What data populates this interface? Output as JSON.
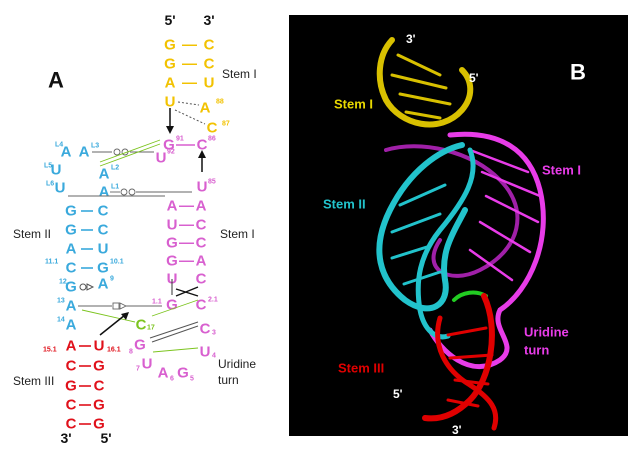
{
  "colors": {
    "stem_i_top": "#f2c200",
    "stem_i_pink": "#d85fcf",
    "stem_ii": "#39a9dc",
    "stem_iii": "#e0101a",
    "bulge": "#7cc41f",
    "model_background": "#000000",
    "model_yellow": "#d8c000",
    "model_magenta": "#e83ce8",
    "model_cyan": "#22c3cc",
    "model_red": "#e00000",
    "model_green": "#22cc22"
  },
  "panel_a": {
    "label": "A",
    "ends": {
      "left_5": "5'",
      "left_3": "3'",
      "bottom_3": "3'",
      "bottom_5": "5'"
    },
    "labels": {
      "stem_i_top": "Stem I",
      "stem_ii": "Stem II",
      "stem_i_mid": "Stem I",
      "stem_iii": "Stem III",
      "uridine_line1": "Uridine",
      "uridine_line2": "turn"
    },
    "yellow": [
      "G",
      "C",
      "G",
      "C",
      "A",
      "U",
      "U",
      "A",
      "C"
    ],
    "yellow_nums": [
      "88",
      "87"
    ],
    "pink": [
      "G",
      "C",
      "U",
      "U",
      "A",
      "A",
      "U",
      "C",
      "G",
      "C",
      "G",
      "A",
      "U",
      "C",
      "G",
      "C",
      "C",
      "U",
      "G",
      "U",
      "A",
      "G"
    ],
    "pink_nums": [
      "91",
      "86",
      "92",
      "85",
      "1.1",
      "2.1",
      "8",
      "3",
      "4",
      "7",
      "6",
      "5"
    ],
    "blue": [
      "A",
      "A",
      "A",
      "U",
      "A",
      "U",
      "G",
      "C",
      "G",
      "C",
      "A",
      "U",
      "C",
      "G",
      "G",
      "A",
      "A",
      "A"
    ],
    "blue_nums": [
      "L4",
      "L3",
      "L5",
      "L2",
      "L6",
      "L1",
      "11.1",
      "10.1",
      "12",
      "9",
      "13",
      "14"
    ],
    "green": [
      "C"
    ],
    "green_nums": [
      "17"
    ],
    "red": [
      "A",
      "U",
      "C",
      "G",
      "G",
      "C",
      "C",
      "G",
      "C",
      "G"
    ],
    "red_nums": [
      "15.1",
      "16.1"
    ],
    "dashes": [
      "—",
      "—",
      "—",
      "—",
      "—",
      "—",
      "—"
    ]
  },
  "panel_b": {
    "label": "B",
    "labels": {
      "stem_i_yellow": "Stem I",
      "stem_i_magenta": "Stem I",
      "stem_ii": "Stem II",
      "stem_iii": "Stem III",
      "uridine_line1": "Uridine",
      "uridine_line2": "turn"
    },
    "ends": {
      "top_3": "3'",
      "top_5": "5'",
      "bottom_5": "5'",
      "bottom_3": "3'"
    }
  }
}
